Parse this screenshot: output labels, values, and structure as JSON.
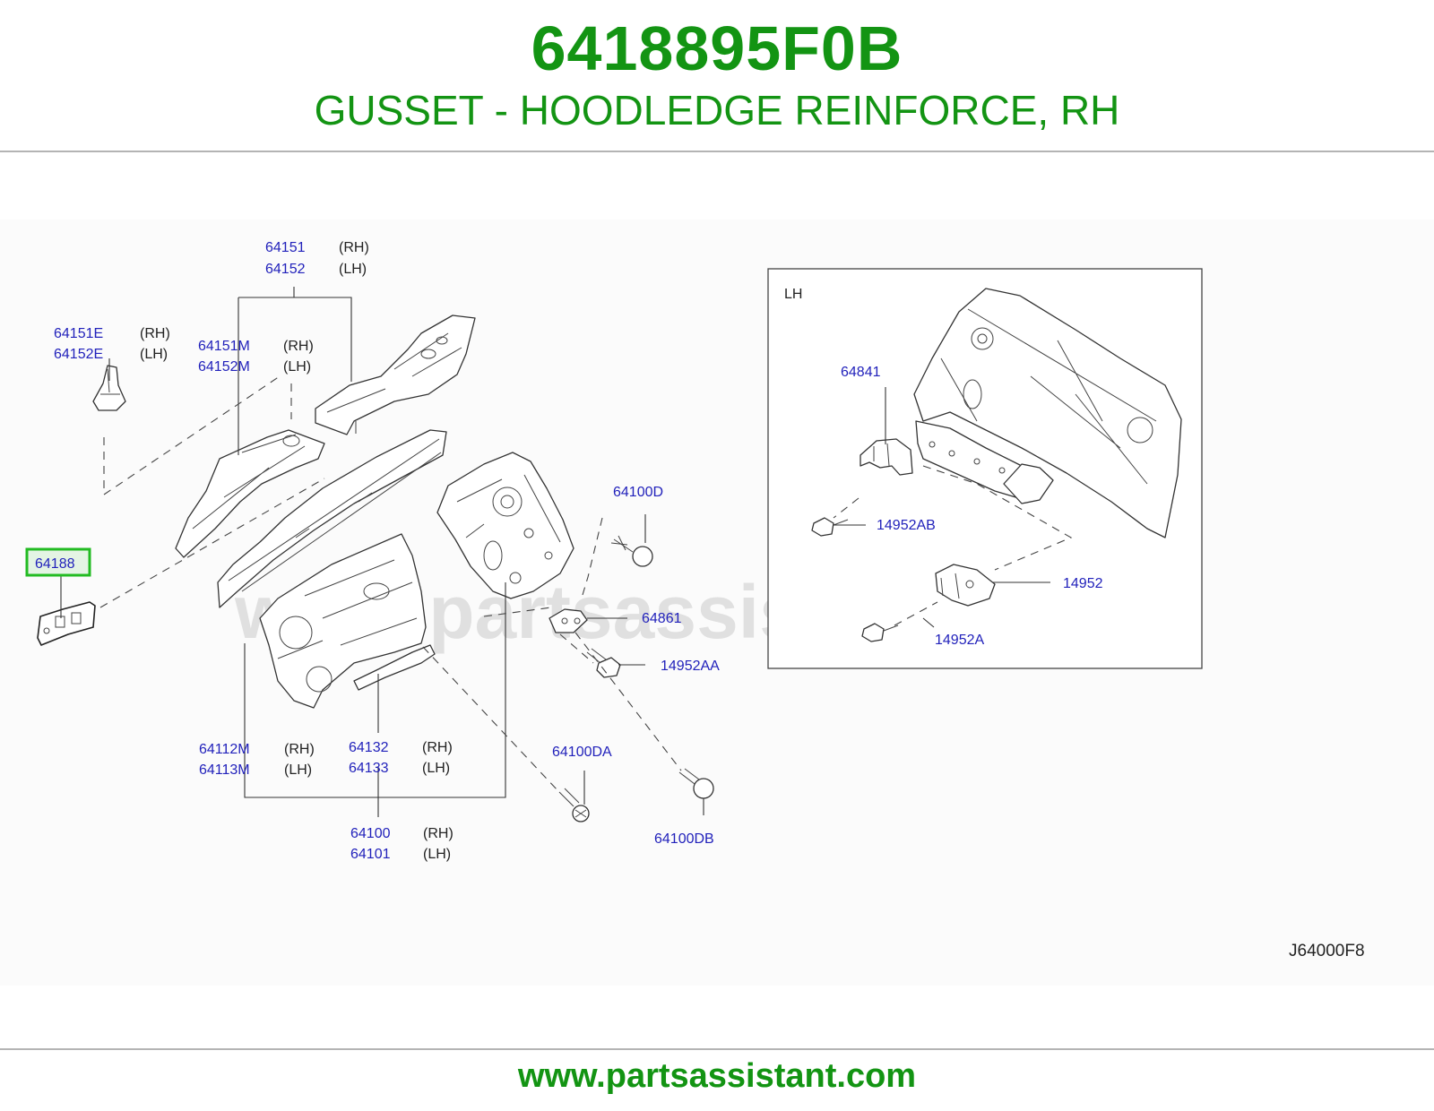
{
  "header": {
    "part_number": "6418895F0B",
    "description": "GUSSET - HOODLEDGE REINFORCE, RH"
  },
  "diagram": {
    "callouts": {
      "c64151": "64151",
      "c64152": "64152",
      "s64151": "(RH)",
      "s64152": "(LH)",
      "c64151E": "64151E",
      "c64152E": "64152E",
      "s64151E": "(RH)",
      "s64152E": "(LH)",
      "c64151M": "64151M",
      "c64152M": "64152M",
      "s64151M": "(RH)",
      "s64152M": "(LH)",
      "c64188": "64188",
      "c64100D": "64100D",
      "c64861": "64861",
      "c14952AA": "14952AA",
      "c64112M": "64112M",
      "c64113M": "64113M",
      "s64112M": "(RH)",
      "s64113M": "(LH)",
      "c64132": "64132",
      "c64133": "64133",
      "s64132": "(RH)",
      "s64133": "(LH)",
      "c64100DA": "64100DA",
      "c64100DB": "64100DB",
      "c64100": "64100",
      "c64101": "64101",
      "s64100": "(RH)",
      "s64101": "(LH)"
    },
    "inset": {
      "title": "LH",
      "c64841": "64841",
      "c14952AB": "14952AB",
      "c14952": "14952",
      "c14952A": "14952A"
    },
    "diagram_code": "J64000F8",
    "watermark": "www.partsassistant.com",
    "highlight_color": "#22bb22"
  },
  "footer": {
    "url": "www.partsassistant.com"
  }
}
